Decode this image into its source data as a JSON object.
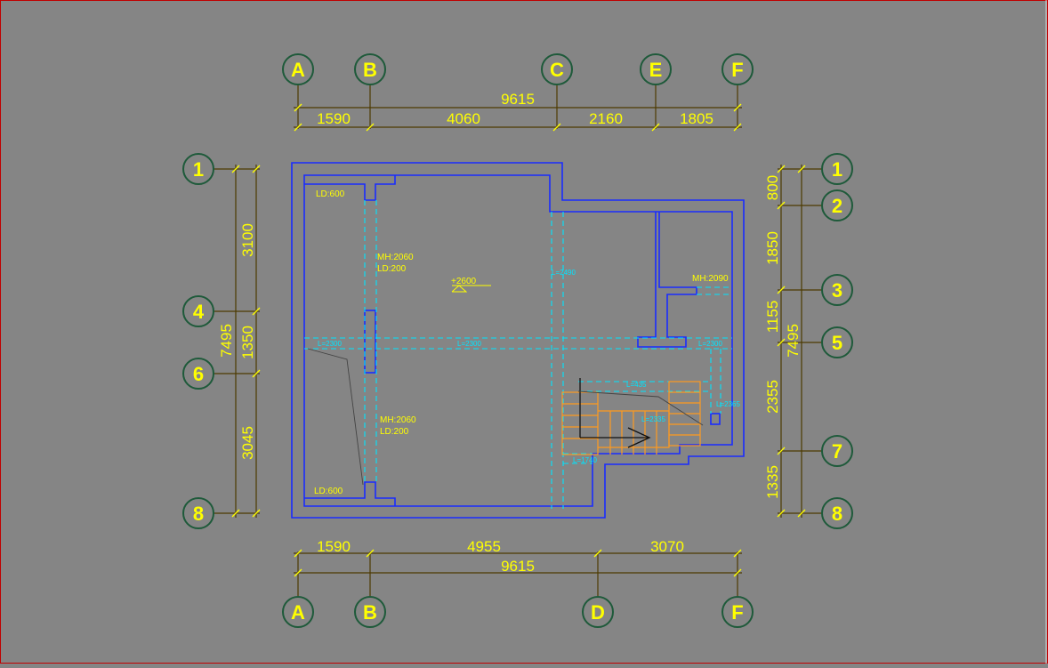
{
  "grid": {
    "top_bubbles": [
      "A",
      "B",
      "C",
      "E",
      "F"
    ],
    "bottom_bubbles": [
      "A",
      "B",
      "D",
      "F"
    ],
    "left_bubbles": [
      "1",
      "4",
      "6",
      "8"
    ],
    "right_bubbles": [
      "1",
      "2",
      "3",
      "5",
      "7",
      "8"
    ]
  },
  "dimensions": {
    "top_total": "9615",
    "top_segments": [
      "1590",
      "4060",
      "2160",
      "1805"
    ],
    "bottom_segments": [
      "1590",
      "4955",
      "3070"
    ],
    "bottom_total": "9615",
    "left_total": "7495",
    "left_segments": [
      "3100",
      "1350",
      "3045"
    ],
    "right_total": "7495",
    "right_segments": [
      "800",
      "1850",
      "1155",
      "2355",
      "1335"
    ]
  },
  "annotations": {
    "ld_top": "LD:600",
    "ld_bottom": "LD:600",
    "mh_upper": "MH:2060",
    "ld_upper": "LD:200",
    "mh_lower": "MH:2060",
    "ld_lower": "LD:200",
    "mh_right": "MH:2090",
    "elevation": "+2600",
    "beam_left": "L=2300",
    "beam_mid": "L=2300",
    "beam_right": "L=2300",
    "beam_vertical": "L=2490",
    "beam_stair_top": "L=435",
    "beam_stair_mid": "L=2335",
    "beam_stair_right": "L=2365",
    "beam_stair_bottom": "L=1740"
  },
  "colors": {
    "background": "#858585",
    "wall": "#1a2cff",
    "beam": "#00e5ff",
    "dimension": "#4d3a00",
    "text": "#ffff00",
    "stair": "#ff9a1f",
    "frame": "#c00000"
  }
}
